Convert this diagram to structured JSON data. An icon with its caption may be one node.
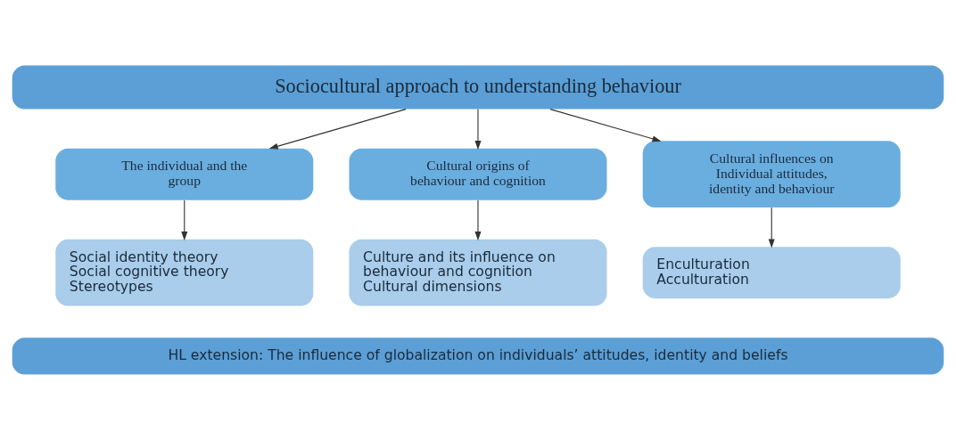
{
  "diagram": {
    "nodes": [
      {
        "text": [
          "Sociocultural approach to understanding behaviour"
        ]
      },
      {
        "text": [
          "The individual and the group"
        ]
      },
      {
        "text": [
          "Cultural origins of behaviour and cognition"
        ]
      },
      {
        "text": [
          "Cultural influences on Individual attitudes, identity and behaviour"
        ]
      },
      {
        "text": [
          "Social identity theory",
          "Social cognitive theory",
          "Stereotypes"
        ]
      },
      {
        "text": [
          "Culture and its influence on behaviour and cognition",
          "Cultural dimensions"
        ]
      },
      {
        "text": [
          "Enculturation",
          "Acculturation"
        ]
      },
      {
        "text": [
          "HL extension: The influence of globalization on individuals’ attitudes, identity and beliefs"
        ]
      }
    ],
    "edges": [
      {
        "from": 0,
        "to": 1,
        "arrow": "to"
      },
      {
        "from": 0,
        "to": 2,
        "arrow": "to"
      },
      {
        "from": 0,
        "to": 3,
        "arrow": "to"
      },
      {
        "from": 1,
        "to": 4,
        "arrow": "to"
      },
      {
        "from": 2,
        "to": 5,
        "arrow": "to"
      },
      {
        "from": 3,
        "to": 6,
        "arrow": "to"
      }
    ]
  }
}
